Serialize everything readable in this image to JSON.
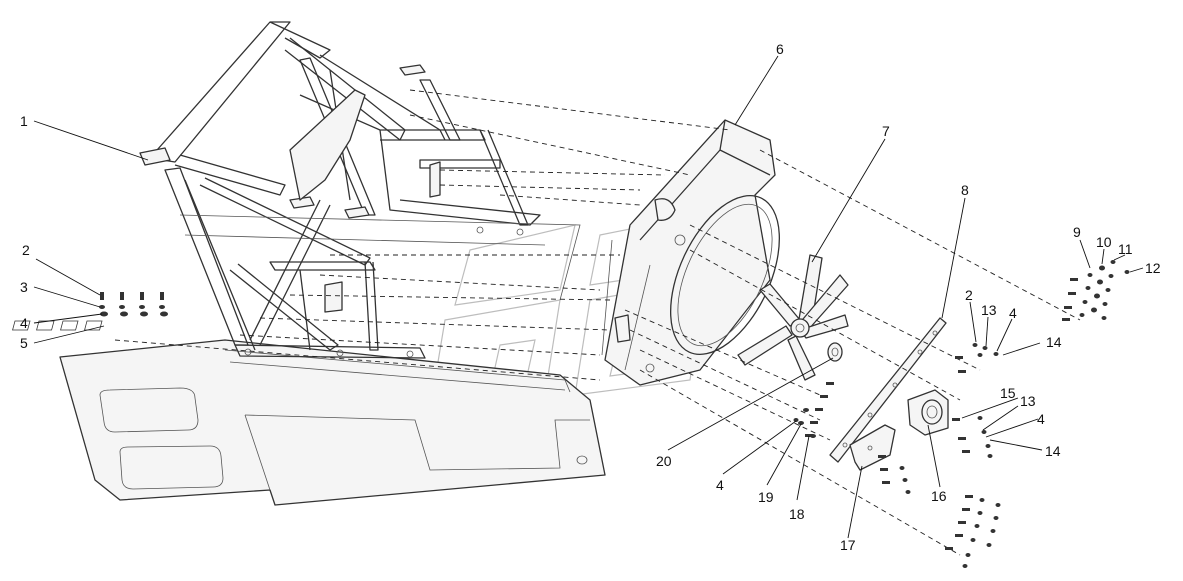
{
  "callouts": [
    {
      "id": "c1",
      "label": "1"
    },
    {
      "id": "c2a",
      "label": "2"
    },
    {
      "id": "c3",
      "label": "3"
    },
    {
      "id": "c4a",
      "label": "4"
    },
    {
      "id": "c5",
      "label": "5"
    },
    {
      "id": "c6",
      "label": "6"
    },
    {
      "id": "c7",
      "label": "7"
    },
    {
      "id": "c8",
      "label": "8"
    },
    {
      "id": "c9",
      "label": "9"
    },
    {
      "id": "c10",
      "label": "10"
    },
    {
      "id": "c11",
      "label": "11"
    },
    {
      "id": "c12",
      "label": "12"
    },
    {
      "id": "c2b",
      "label": "2"
    },
    {
      "id": "c13a",
      "label": "13"
    },
    {
      "id": "c4b",
      "label": "4"
    },
    {
      "id": "c14a",
      "label": "14"
    },
    {
      "id": "c15",
      "label": "15"
    },
    {
      "id": "c13b",
      "label": "13"
    },
    {
      "id": "c4c",
      "label": "4"
    },
    {
      "id": "c14b",
      "label": "14"
    },
    {
      "id": "c16",
      "label": "16"
    },
    {
      "id": "c17",
      "label": "17"
    },
    {
      "id": "c18",
      "label": "18"
    },
    {
      "id": "c19",
      "label": "19"
    },
    {
      "id": "c4d",
      "label": "4"
    },
    {
      "id": "c20",
      "label": "20"
    }
  ]
}
